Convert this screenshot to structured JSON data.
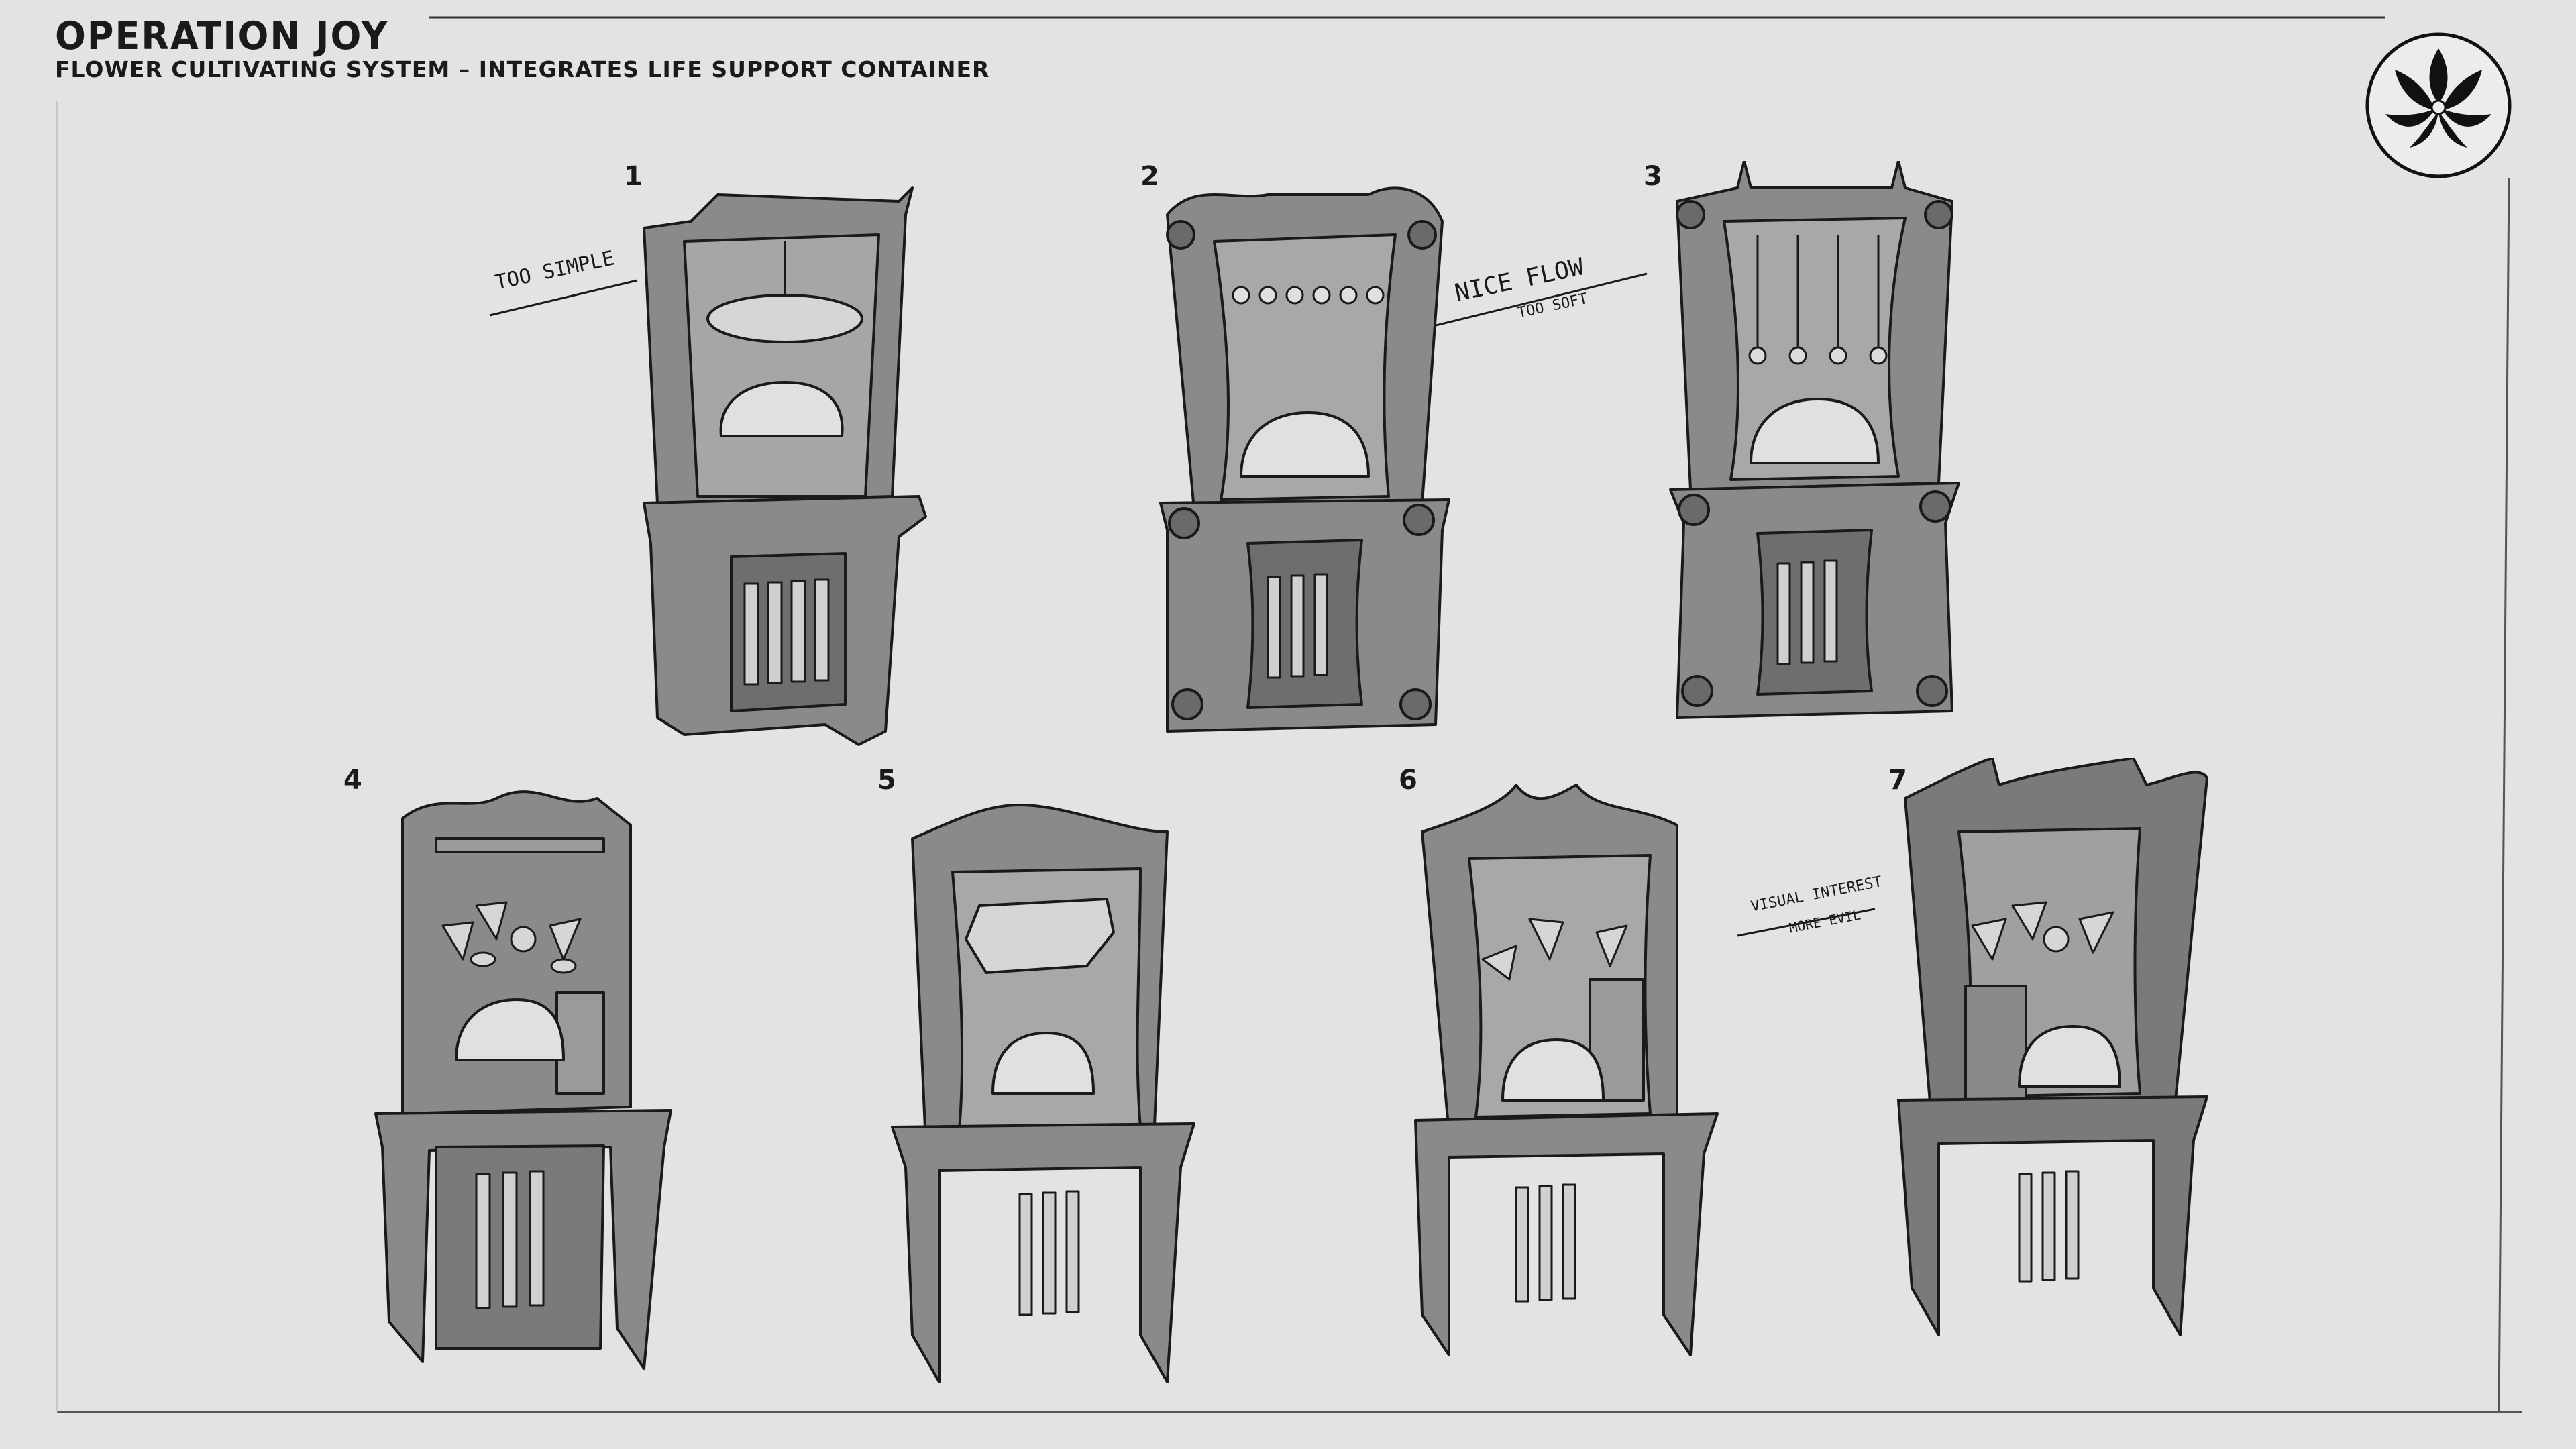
{
  "header": {
    "title": "OPERATION JOY",
    "subtitle": "FLOWER CULTIVATING SYSTEM – INTEGRATES LIFE SUPPORT CONTAINER"
  },
  "logo": {
    "icon": "lotus-flower-icon"
  },
  "sketches": [
    {
      "number": "1",
      "note": "TOO SIMPLE",
      "subnote": ""
    },
    {
      "number": "2",
      "note": "NICE FLOW",
      "subnote": "TOO SOFT"
    },
    {
      "number": "3",
      "note": "",
      "subnote": ""
    },
    {
      "number": "4",
      "note": "",
      "subnote": ""
    },
    {
      "number": "5",
      "note": "",
      "subnote": ""
    },
    {
      "number": "6",
      "note": "",
      "subnote": ""
    },
    {
      "number": "7",
      "note": "VISUAL INTEREST",
      "subnote": "MORE EVIL"
    }
  ],
  "colors": {
    "background": "#e3e3e3",
    "cabinet_fill": "#8a8a8a",
    "cabinet_dark": "#6e6e6e",
    "ink": "#1a1a1a",
    "highlight": "#d6d6d6"
  }
}
